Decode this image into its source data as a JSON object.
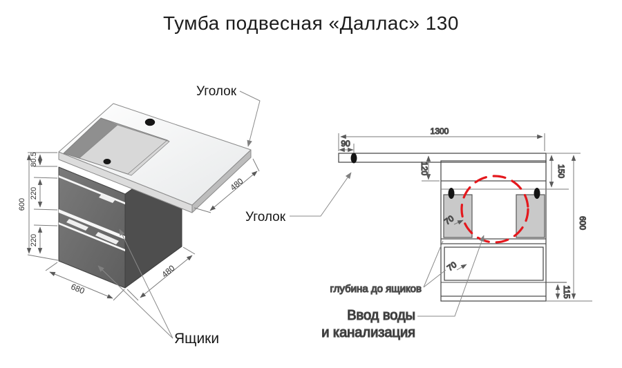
{
  "title": "Тумба подвесная «Даллас» 130",
  "colors": {
    "accent_red": "#e4181d",
    "object_line": "#4d4d4d",
    "dim_line": "#7a7a7a",
    "cabinet_front": "#6d6d6d",
    "cabinet_side": "#4e4e4e",
    "panel_gray": "#c9c9c9"
  },
  "iso_view": {
    "labels": {
      "corner_bracket_top": "Уголок",
      "corner_bracket_front": "Уголок",
      "drawers": "Ящики"
    },
    "dimensions": {
      "countertop_zone_height": "80.5",
      "drawer_1_height": "220",
      "drawer_2_height": "220",
      "total_height": "600",
      "countertop_depth": "480",
      "cabinet_width": "680",
      "cabinet_depth": "480"
    }
  },
  "front_view": {
    "labels": {
      "corner_bracket": "Уголок",
      "drawer_depth": "глубина до ящиков",
      "water_inlet_line1": "Ввод воды",
      "water_inlet_line2": "и канализация"
    },
    "dimensions": {
      "total_width": "1300",
      "bracket_offset": "90",
      "top_inset": "120",
      "top_band_height": "150",
      "total_height": "600",
      "bottom_band_height": "115",
      "clearance_upper": "70",
      "clearance_lower": "70"
    }
  }
}
